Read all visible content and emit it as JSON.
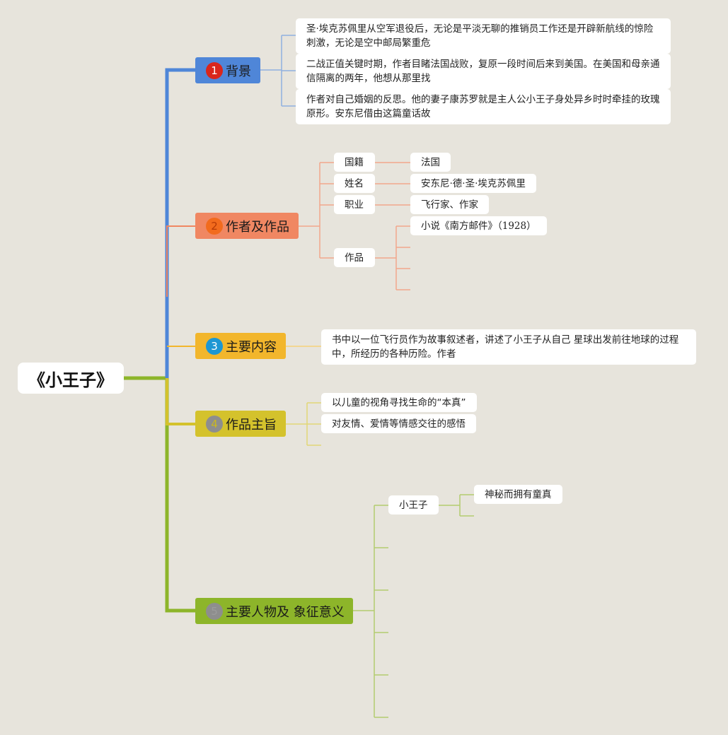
{
  "root": {
    "title": "《小王子》"
  },
  "branches": [
    {
      "num": "1",
      "label": "背景",
      "color": "#4f86d8",
      "num_bg": "#d9261c",
      "num_fg": "#ffffff"
    },
    {
      "num": "2",
      "label": "作者及作品",
      "color": "#f08762",
      "num_bg": "#f26b1d",
      "num_fg": "#b53a06"
    },
    {
      "num": "3",
      "label": "主要内容",
      "color": "#f2b62c",
      "num_bg": "#1d97d3",
      "num_fg": "#ffffff"
    },
    {
      "num": "4",
      "label": "作品主旨",
      "color": "#d4c22c",
      "num_bg": "#8e8e8e",
      "num_fg": "#cbb820"
    },
    {
      "num": "5",
      "label": "主要人物及 象征意义",
      "color": "#8db52a",
      "num_bg": "#8e8e8e",
      "num_fg": "#9c9c9c"
    }
  ],
  "background": [
    "圣·埃克苏佩里从空军退役后，无论是平淡无聊的推销员工作还是开辟新航线的惊险刺激，无论是空中邮局繁重危",
    "二战正值关键时期，作者目睹法国战败，复原一段时间后来到美国。在美国和母亲通信隔离的两年，他想从那里找",
    "作者对自己婚姻的反思。他的妻子康苏罗就是主人公小王子身处异乡时时牵挂的玫瑰原形。安东尼借由这篇童话故"
  ],
  "author": {
    "rows": [
      {
        "key": "国籍",
        "value": "法国"
      },
      {
        "key": "姓名",
        "value": "安东尼·德·圣·埃克苏佩里"
      },
      {
        "key": "职业",
        "value": "飞行家、作家"
      }
    ],
    "works_key": "作品",
    "works": [
      "小说《南方邮件》（1928）"
    ]
  },
  "content": "书中以一位飞行员作为故事叙述者，讲述了小王子从自己 星球出发前往地球的过程中，所经历的各种历险。作者",
  "theme": [
    "以儿童的视角寻找生命的“本真”",
    "对友情、爱情等情感交往的感悟"
  ],
  "characters": [
    {
      "name": "小王子",
      "traits": [
        "神秘而拥有童真"
      ]
    }
  ]
}
